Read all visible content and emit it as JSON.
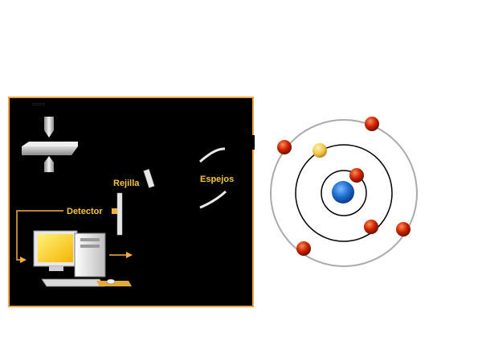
{
  "labels": {
    "rejilla": "Rejilla",
    "espejos": "Espejos",
    "detector": "Detector"
  },
  "colors": {
    "panel_bg": "#000000",
    "panel_border": "#f0a640",
    "label_text": "#f7c63b",
    "arrow": "#f7b040",
    "nucleus": "#1f6fd0",
    "electron": "#cc2200",
    "excited_electron": "#f3c64c",
    "orbit_inner": "#000000",
    "orbit_outer": "#aaaaaa"
  },
  "icons": {
    "clamp": "lamp-clamp-icon",
    "grating": "grating-icon",
    "computer": "computer-icon",
    "atom": "atom-icon"
  },
  "atom": {
    "orbits": 3,
    "electrons": 7,
    "excited_electrons": 1
  }
}
